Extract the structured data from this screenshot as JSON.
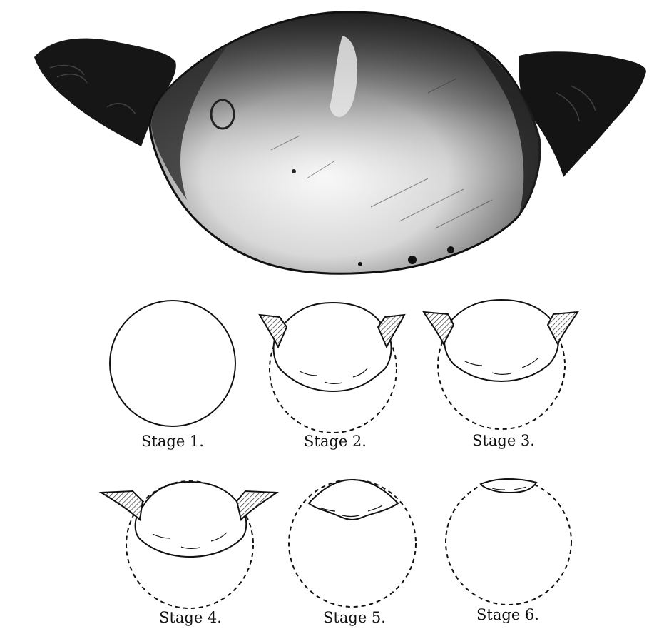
{
  "figure": {
    "photo": {
      "description_icon": "ring-cross-section-photo",
      "tone_dark": "#1b1b1b",
      "tone_light": "#f2f2f2"
    },
    "stages": [
      {
        "label": "Stage 1."
      },
      {
        "label": "Stage 2."
      },
      {
        "label": "Stage 3."
      },
      {
        "label": "Stage 4."
      },
      {
        "label": "Stage 5."
      },
      {
        "label": "Stage 6."
      }
    ],
    "colors": {
      "ink": "#111111",
      "hatch": "#555555",
      "paper": "#ffffff"
    }
  }
}
